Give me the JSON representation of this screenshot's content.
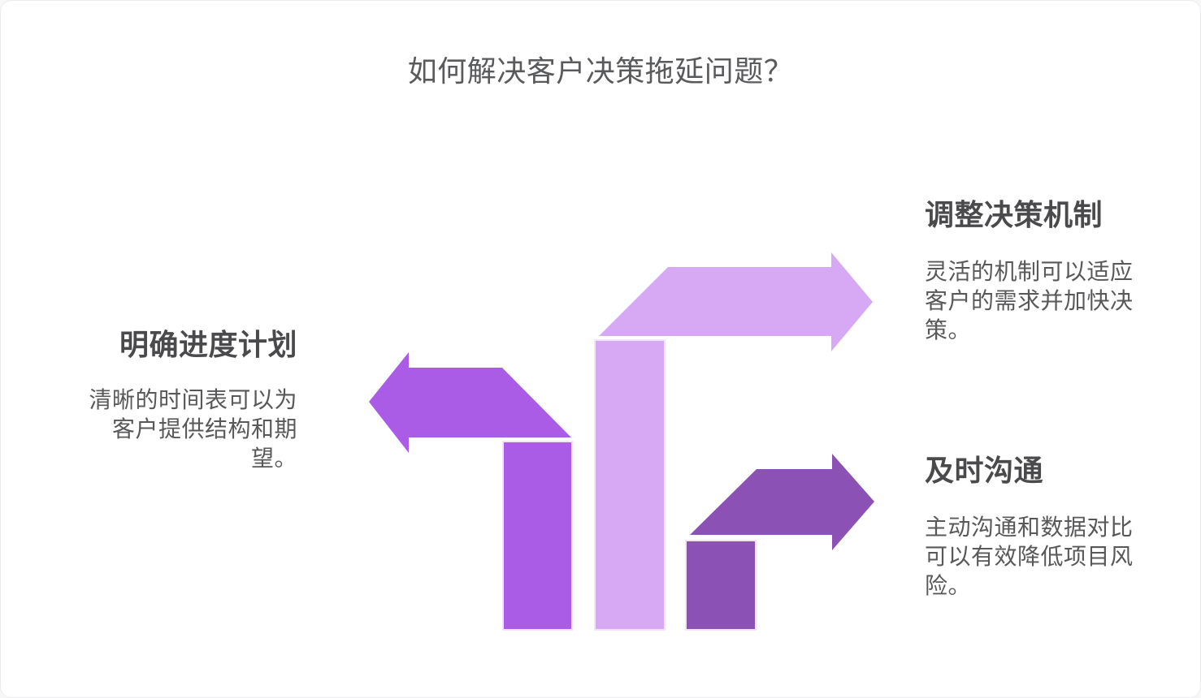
{
  "title": "如何解决客户决策拖延问题？",
  "colors": {
    "background": "#ffffff",
    "title_text": "#595a5c",
    "heading_text": "#4a4a4c",
    "body_text": "#58585a",
    "arrow_medium": "#ab5ce6",
    "arrow_light": "#d7a9f5",
    "arrow_dark": "#8c51b5",
    "bar_outline": "#f1e4fb"
  },
  "items": [
    {
      "heading": "明确进度计划",
      "body": "清晰的时间表可以为客户提供结构和期望。",
      "arrow_direction": "left",
      "arrow_color": "#ab5ce6"
    },
    {
      "heading": "调整决策机制",
      "body": "灵活的机制可以适应客户的需求并加快决策。",
      "arrow_direction": "right",
      "arrow_color": "#d7a9f5"
    },
    {
      "heading": "及时沟通",
      "body": "主动沟通和数据对比可以有效降低项目风险。",
      "arrow_direction": "right",
      "arrow_color": "#8c51b5"
    }
  ]
}
